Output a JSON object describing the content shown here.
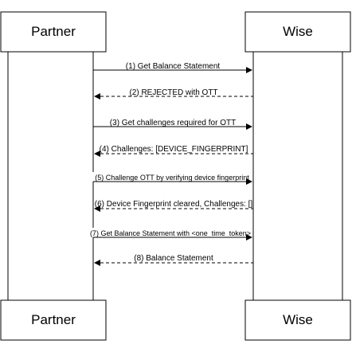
{
  "participants": [
    {
      "id": "partner",
      "label": "Partner"
    },
    {
      "id": "wise",
      "label": "Wise"
    }
  ],
  "messages": [
    {
      "text": "(1) Get Balance Statement",
      "from": "partner",
      "to": "wise",
      "style": "solid"
    },
    {
      "text": "(2) REJECTED with OTT",
      "from": "wise",
      "to": "partner",
      "style": "dashed"
    },
    {
      "text": "(3) Get challenges required for OTT",
      "from": "partner",
      "to": "wise",
      "style": "solid"
    },
    {
      "text": "(4) Challenges: [DEVICE_FINGERPRINT]",
      "from": "wise",
      "to": "partner",
      "style": "dashed"
    },
    {
      "text": "(5) Challenge OTT by verifying device fingerprint",
      "from": "partner",
      "to": "wise",
      "style": "solid"
    },
    {
      "text": "(6) Device Fingerprint cleared, Challenges: []",
      "from": "wise",
      "to": "partner",
      "style": "dashed"
    },
    {
      "text": "(7) Get Balance Statement with <one_time_token>",
      "from": "partner",
      "to": "wise",
      "style": "solid"
    },
    {
      "text": "(8) Balance Statement",
      "from": "wise",
      "to": "partner",
      "style": "dashed"
    }
  ]
}
